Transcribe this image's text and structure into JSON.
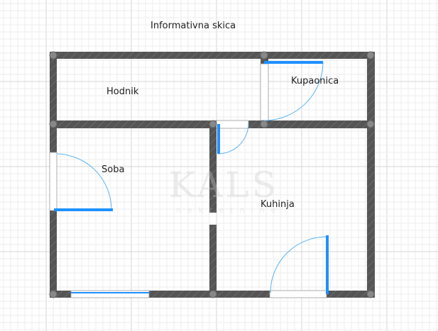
{
  "title": "Informativna skica",
  "rooms": [
    {
      "name": "Hodnik"
    },
    {
      "name": "Kupaonica"
    },
    {
      "name": "Soba"
    },
    {
      "name": "Kuhinja"
    }
  ],
  "watermark": {
    "brand": "KALS",
    "sub": "nekretnine"
  },
  "colors": {
    "wall": "#555555",
    "door": "#1e90ff",
    "arc": "#5ab4f5",
    "grid": "#ececec",
    "major_grid": "#d6d6d6"
  }
}
